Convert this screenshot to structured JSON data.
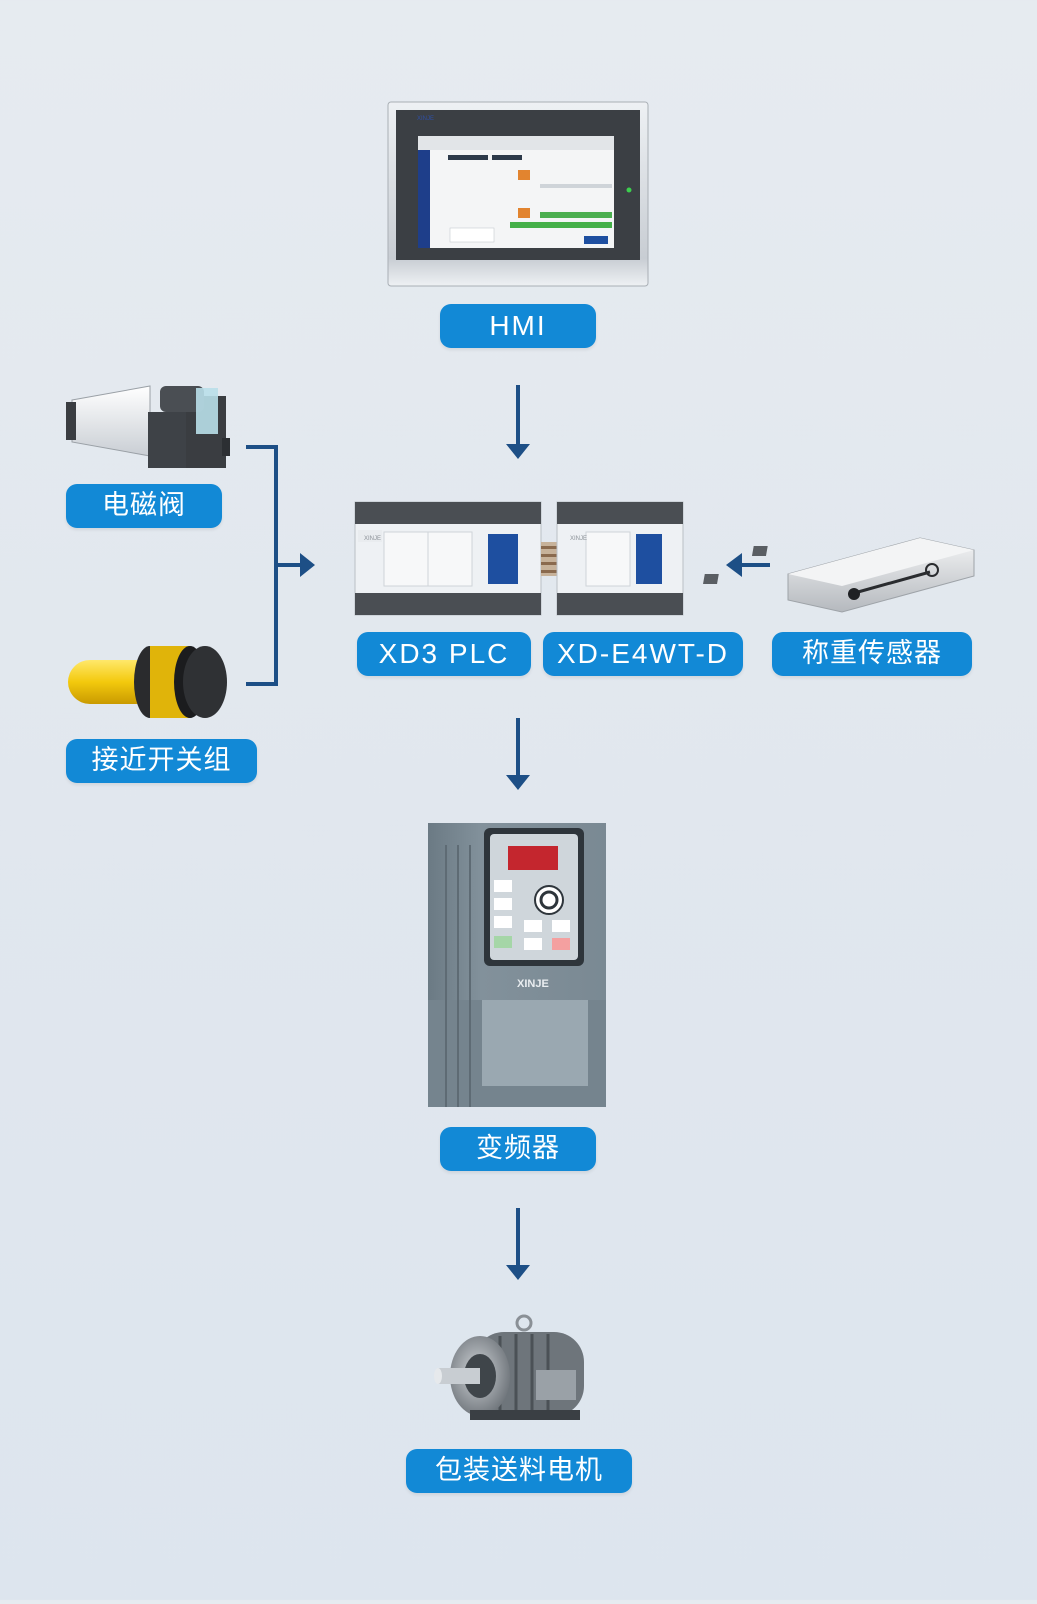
{
  "labels": {
    "hmi": "HMI",
    "solenoid_valve": "电磁阀",
    "proximity_switch": "接近开关组",
    "plc": "XD3  PLC",
    "weighing_module": "XD-E4WT-D",
    "load_cell": "称重传感器",
    "inverter": "变频器",
    "motor": "包装送料电机"
  },
  "brand": {
    "hmi": "XINJE",
    "plc": "XINJE",
    "module": "XINJE",
    "inverter": "XINJE"
  },
  "colors": {
    "label_bg": "#1289d6",
    "arrow": "#1d4f86",
    "background": "#e3e9ef"
  }
}
